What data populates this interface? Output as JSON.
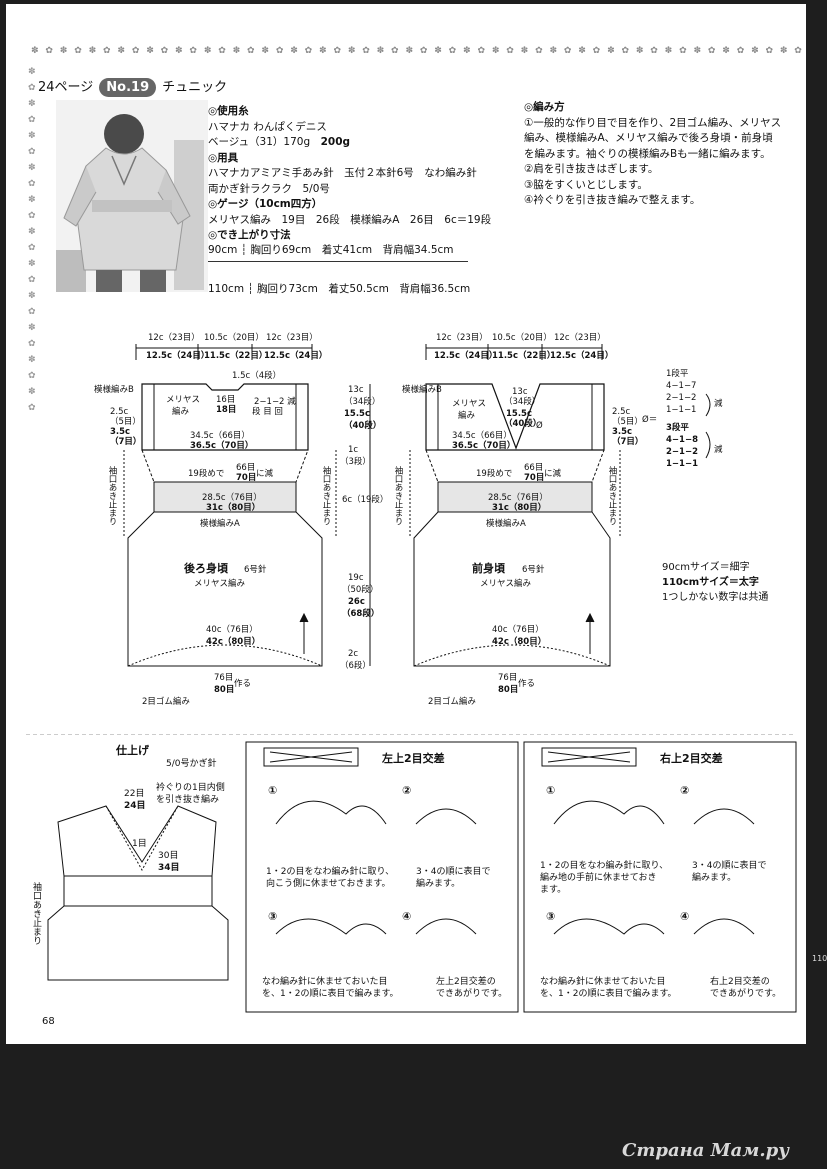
{
  "header": {
    "page_ref": "24ページ",
    "number": "No.19",
    "title": "チュニック"
  },
  "materials": {
    "yarn_heading": "◎使用糸",
    "yarn_name": "ハマナカ わんぱくデニス",
    "yarn_color": "ベージュ（31）170g",
    "yarn_amount_large": "200g",
    "tools_heading": "◎用具",
    "tools_line1": "ハマナカアミアミ手あみ針　玉付２本針6号　なわ編み針",
    "tools_line2": "両かぎ針ラクラク　5/0号",
    "gauge_heading": "◎ゲージ（10cm四方）",
    "gauge_line": "メリヤス編み　19目　26段　模様編みA　26目　6c＝19段",
    "size_heading": "◎でき上がり寸法"
  },
  "sizes": [
    {
      "size": "90cm",
      "bust": "胸回り69cm",
      "length": "着丈41cm",
      "width": "背肩幅34.5cm"
    },
    {
      "size": "110cm",
      "bust": "胸回り73cm",
      "length": "着丈50.5cm",
      "width": "背肩幅36.5cm"
    }
  ],
  "instructions": {
    "heading": "◎編み方",
    "steps": [
      "①一般的な作り目で目を作り、2目ゴム編み、メリヤス",
      "編み、模様編みA、メリヤス編みで後ろ身頃・前身頃",
      "を編みます。袖ぐりの模様編みBも一緒に編みます。",
      "②肩を引き抜きはぎします。",
      "③脇をすくいとじします。",
      "④衿ぐりを引き抜き編みで整えます。"
    ]
  },
  "back": {
    "top1": [
      "12c（23目）",
      "10.5c（20目）",
      "12c（23目）"
    ],
    "top2": [
      "12.5c（24目）",
      "11.5c（22目）",
      "12.5c（24目）"
    ],
    "neck": "1.5c（4段）",
    "neck2": "16目",
    "neck3": "18目",
    "dec": "2−1−2 減",
    "dec2": "段 目 回",
    "meriyasu": "メリヤス",
    "meriyasu2": "編み",
    "pattern_b": "模様編みB",
    "armhole_w1": "2.5c",
    "armhole_w2": "（5目）",
    "armhole_w3": "3.5c",
    "armhole_w4": "（7目）",
    "yoke1": "34.5c（66目）",
    "yoke2": "36.5c（70目）",
    "height1": "13c",
    "height2": "（34段）",
    "height3": "15.5c",
    "height4": "（40段）",
    "h1c": "1c",
    "h3d": "（3段）",
    "h6c": "6c（19段）",
    "sode": "袖口あき止まり",
    "dec19": "19段めで",
    "dec19b": "66目",
    "dec19c": "70目",
    "dec19d": "に減",
    "band1": "28.5c（76目）",
    "band2": "31c（80目）",
    "pattern_a": "模様編みA",
    "body_title": "後ろ身頃",
    "needle": "6号針",
    "body_pattern": "メリヤス編み",
    "h19": "19c",
    "h50": "（50段）",
    "h26": "26c",
    "h68": "（68段）",
    "hem1": "40c（76目）",
    "hem2": "42c（80目）",
    "h2c": "2c",
    "h6d": "（6段）",
    "cast1": "76目",
    "cast2": "80目",
    "cast3": "作る",
    "rib": "2目ゴム編み"
  },
  "front": {
    "body_title": "前身頃",
    "neck1": "13c",
    "neck2": "（34段）",
    "neck3": "15.5c",
    "neck4": "（40段）",
    "center": "Ø",
    "center2": "Ø＝",
    "table_a_head": "1段平",
    "table_a": [
      "4−1−7",
      "2−1−2",
      "1−1−1"
    ],
    "table_b_head": "3段平",
    "table_b": [
      "4−1−8",
      "2−1−2",
      "1−1−1"
    ],
    "reduce": "減"
  },
  "legend": {
    "line1": "90cmサイズ＝細字",
    "line2": "110cmサイズ＝太字",
    "line3": "1つしかない数字は共通"
  },
  "finishing": {
    "title": "仕上げ",
    "hook": "5/0号かぎ針",
    "note1": "衿ぐりの1目内側",
    "note2": "を引き抜き編み",
    "n22": "22目",
    "n24": "24目",
    "n1": "1目",
    "n30": "30目",
    "n34": "34目",
    "sode": "袖口あき止まり"
  },
  "cross_left": {
    "title": "左上2目交差",
    "step1": "1・2の目をなわ編み針に取り、",
    "step1b": "向こう側に休ませておきます。",
    "step2": "3・4の順に表目で",
    "step2b": "編みます。",
    "step3": "なわ編み針に休ませておいた目",
    "step3b": "を、1・2の順に表目で編みます。",
    "step4": "左上2目交差の",
    "step4b": "できあがりです。"
  },
  "cross_right": {
    "title": "右上2目交差",
    "step1": "1・2の目をなわ編み針に取り、",
    "step1b": "編み地の手前に休ませておき",
    "step1c": "ます。",
    "step2": "3・4の順に表目で",
    "step2b": "編みます。",
    "step3": "なわ編み針に休ませておいた目",
    "step3b": "を、1・2の順に表目で編みます。",
    "step4": "右上2目交差の",
    "step4b": "できあがりです。"
  },
  "page_number": "68",
  "side_number": "110",
  "watermark": "Страна Мам.ру",
  "colors": {
    "page": "#ffffff",
    "frame": "#1e1e1e",
    "ink": "#111111"
  }
}
